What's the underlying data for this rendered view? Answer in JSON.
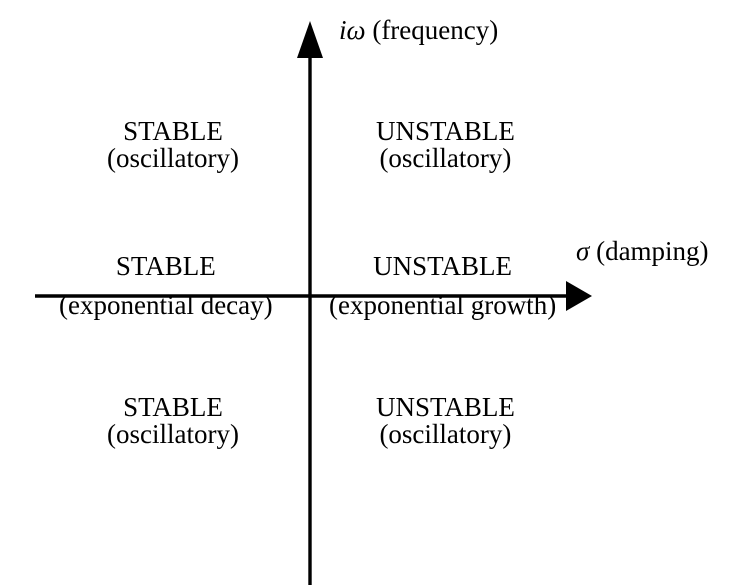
{
  "diagram": {
    "title": "Complex plane stability quadrant diagram",
    "background_color": "#ffffff",
    "line_color": "#000000",
    "axes": {
      "vertical": {
        "name": "imaginary-axis",
        "label_symbol": "iω",
        "label_text": " (frequency)",
        "label_full": "iω (frequency)",
        "direction": "up"
      },
      "horizontal": {
        "name": "real-axis",
        "label_symbol": "σ",
        "label_text": " (damping)",
        "label_full": "σ (damping)",
        "direction": "right"
      }
    },
    "regions": [
      {
        "id": "top-left",
        "title": "STABLE",
        "detail": "(oscillatory)"
      },
      {
        "id": "top-right",
        "title": "UNSTABLE",
        "detail": "(oscillatory)"
      },
      {
        "id": "middle-left",
        "title": "STABLE",
        "detail": "(exponential decay)"
      },
      {
        "id": "middle-right",
        "title": "UNSTABLE",
        "detail": "(exponential growth)"
      },
      {
        "id": "bottom-left",
        "title": "STABLE",
        "detail": "(oscillatory)"
      },
      {
        "id": "bottom-right",
        "title": "UNSTABLE",
        "detail": "(oscillatory)"
      }
    ]
  }
}
